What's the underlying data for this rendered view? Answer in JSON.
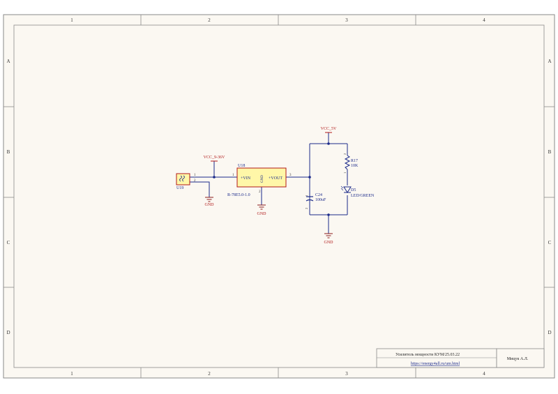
{
  "colors": {
    "paper": "#fbf8f2",
    "border": "#8a8a8a",
    "wire": "#1b2a8a",
    "power": "#b01818",
    "component_fill": "#fff7a8",
    "component_stroke": "#b01818",
    "gnd": "#8b1a1a",
    "text_dark": "#1b2a8a",
    "text_red": "#b01818"
  },
  "frame": {
    "columns": [
      "1",
      "2",
      "3",
      "4"
    ],
    "rows": [
      "A",
      "B",
      "C",
      "D"
    ]
  },
  "nets": {
    "vcc_in": "VCC_9-36V",
    "vcc_out": "VCC_5V",
    "gnd": "GND"
  },
  "components": {
    "u19": {
      "ref": "U19",
      "pin1": "1",
      "pin2": "2"
    },
    "u18": {
      "ref": "U18",
      "value": "R-78E5.0-1.0",
      "pin_vin": "+VIN",
      "pin_gnd": "GND",
      "pin_vout": "+VOUT",
      "pin1": "1",
      "pin2": "2",
      "pin3": "3"
    },
    "c24": {
      "ref": "C24",
      "value": "100uF",
      "pin1": "1",
      "pin2": "2"
    },
    "r17": {
      "ref": "R17",
      "value": "10K",
      "pin1": "1",
      "pin2": "2"
    },
    "d5": {
      "ref": "D5",
      "value": "LED/GREEN"
    }
  },
  "title_block": {
    "title": "Усилитель мощности КУМ/25.03.22",
    "url": "https://energy4all.ru/um.html",
    "author": "Мицук А.Л."
  }
}
